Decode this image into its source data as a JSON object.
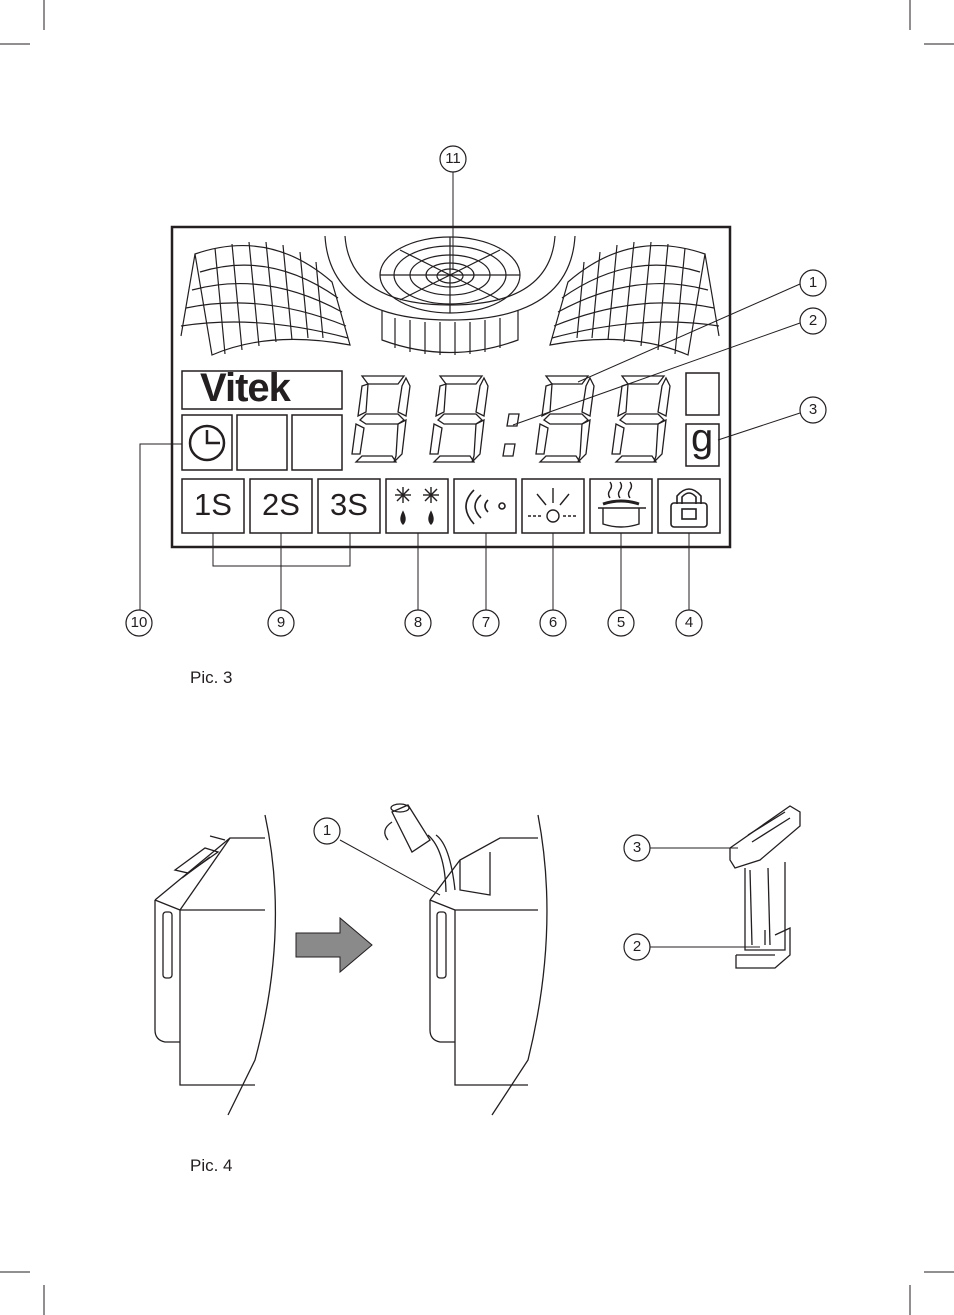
{
  "pic3": {
    "caption": "Pic. 3",
    "brand": "Vitek",
    "button_labels": [
      "1S",
      "2S",
      "3S"
    ],
    "unit": "g",
    "callouts": [
      "1",
      "2",
      "3",
      "4",
      "5",
      "6",
      "7",
      "8",
      "9",
      "10",
      "11"
    ],
    "icons": [
      "snowflake-drop-icon",
      "sound-wave-icon",
      "light-icon",
      "steam-pot-icon",
      "lock-icon",
      "clock-icon"
    ]
  },
  "pic4": {
    "caption": "Pic. 4",
    "callouts": [
      "1",
      "3",
      "2"
    ]
  }
}
